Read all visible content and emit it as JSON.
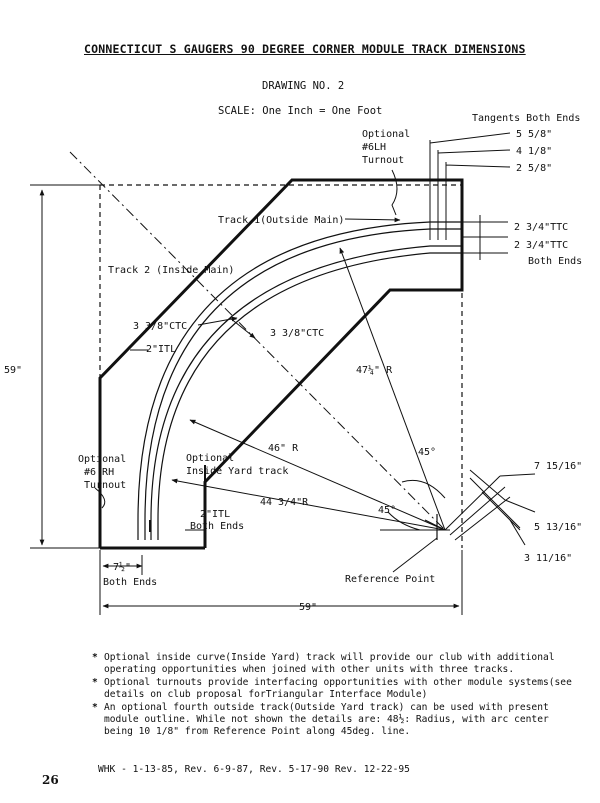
{
  "page": {
    "title": "CONNECTICUT S GAUGERS 90 DEGREE CORNER MODULE TRACK DIMENSIONS",
    "drawing_no": "DRAWING NO. 2",
    "scale": "SCALE: One Inch = One Foot",
    "page_number": "26",
    "revision": "WHK - 1-13-85, Rev. 6-9-87, Rev. 5-17-90   Rev. 12-22-95"
  },
  "labels": {
    "tangents": "Tangents Both Ends",
    "optional_6lh_1": "Optional",
    "optional_6lh_2": "#6LH",
    "optional_6lh_3": "Turnout",
    "dim_5_5_8": "5 5/8\"",
    "dim_4_1_8": "4 1/8\"",
    "dim_2_5_8": "2 5/8\"",
    "track1": "Track 1(Outside Main)",
    "ttc1": "2 3/4\"TTC",
    "ttc2": "2 3/4\"TTC",
    "both_ends_right": "Both Ends",
    "track2": "Track 2 (Inside Main)",
    "ctc_left": "3 3/8\"CTC",
    "ctc_right": "3 3/8\"CTC",
    "itl_left": "2\"ITL",
    "r_47": "47¼\" R",
    "dim_59_left": "59\"",
    "optional_6rh_1": "Optional",
    "optional_6rh_2": "#6 RH",
    "optional_6rh_3": "Turnout",
    "r_46": "46\" R",
    "optional_yard_1": "Optional",
    "optional_yard_2": "Inside Yard track",
    "angle_45_upper": "45°",
    "r_44": "44 3/4\"R",
    "angle_45_lower": "45°",
    "itl_bottom_1": "2\"ITL",
    "itl_bottom_2": "Both Ends",
    "dim_7_15_16": "7 15/16\"",
    "dim_5_13_16": "5 13/16\"",
    "dim_3_11_16": "3 11/16\"",
    "dim_7_5": "7½\"",
    "both_ends_bottom": "Both Ends",
    "reference_point": "Reference Point",
    "dim_59_bottom": "59\""
  },
  "notes": [
    "Optional inside curve(Inside Yard) track will provide our club with additional operating opportunities when joined with other units with three tracks.",
    "Optional turnouts provide interfacing opportunities with other module systems(see details on club proposal forTriangular Interface Module)",
    "An optional fourth outside track(Outside Yard track) can be used with present module outline.  While not shown the details are: 48½: Radius, with arc center being 10 1/8\" from Reference Point along 45deg. line."
  ],
  "note_bullet": "*"
}
